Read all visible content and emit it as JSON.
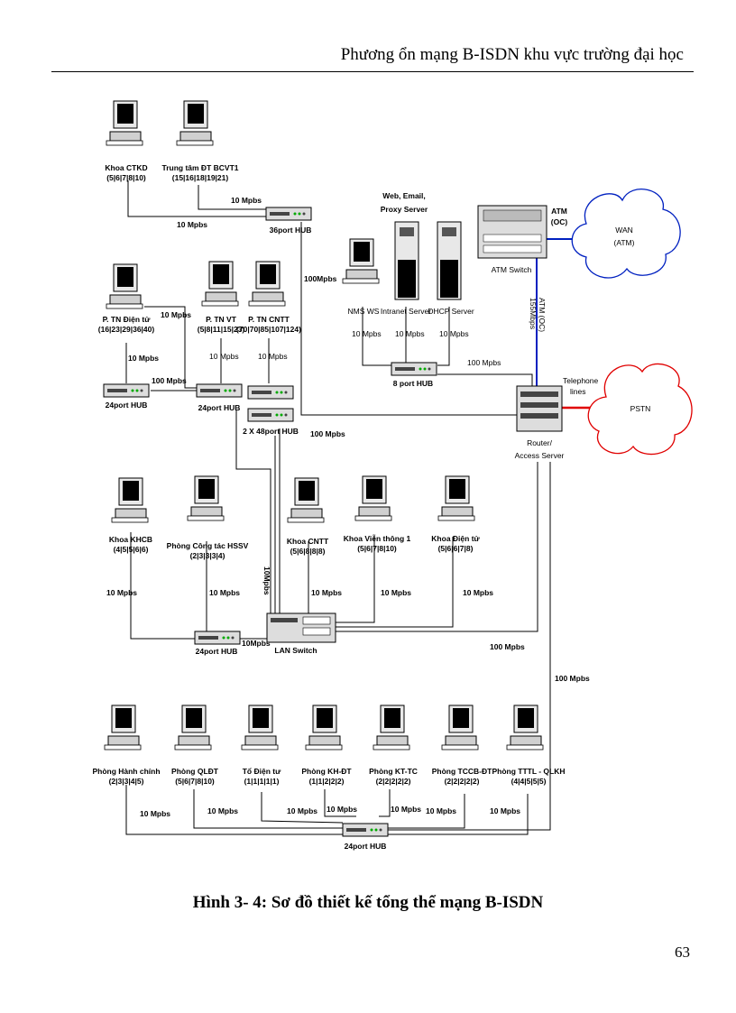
{
  "header": {
    "title": "Phương ổn mạng B-ISDN khu vực trường đại học"
  },
  "caption": "Hình 3- 4: Sơ đồ thiết kế tổng thể mạng B-ISDN",
  "page_number": "63",
  "computers": [
    {
      "id": "c1",
      "label": "Khoa CTKD",
      "sub": "(5|6|7|8|10)"
    },
    {
      "id": "c2",
      "label": "Trung tâm ĐT BCVT1",
      "sub": "(15|16|18|19|21)"
    },
    {
      "id": "c3",
      "label": "P. TN Điện tử",
      "sub": "(16|23|29|36|40)"
    },
    {
      "id": "c4",
      "label": "P. TN VT",
      "sub": "(5|8|11|15|23)"
    },
    {
      "id": "c5",
      "label": "P. TN CNTT",
      "sub": "(70|70|85|107|124)"
    },
    {
      "id": "c6",
      "label": "Khoa KHCB",
      "sub": "(4|5|5|6|6)"
    },
    {
      "id": "c7",
      "label": "Phòng Công tác HSSV",
      "sub": "(2|3|3|3|4)"
    },
    {
      "id": "c8",
      "label": "Khoa CNTT",
      "sub": "(5|6|8|8|8)"
    },
    {
      "id": "c9",
      "label": "Khoa Viễn thông 1",
      "sub": "(5|6|7|8|10)"
    },
    {
      "id": "c10",
      "label": "Khoa Điện tử",
      "sub": "(5|6|6|7|8)"
    },
    {
      "id": "c11",
      "label": "Phòng Hành chính",
      "sub": "(2|3|3|4|5)"
    },
    {
      "id": "c12",
      "label": "Phòng QLĐT",
      "sub": "(5|6|7|8|10)"
    },
    {
      "id": "c13",
      "label": "Tổ Điện tư",
      "sub": "(1|1|1|1|1)"
    },
    {
      "id": "c14",
      "label": "Phòng KH-ĐT",
      "sub": "(1|1|2|2|2)"
    },
    {
      "id": "c15",
      "label": "Phòng KT-TC",
      "sub": "(2|2|2|2|2)"
    },
    {
      "id": "c16",
      "label": "Phòng TCCB-ĐT",
      "sub": "(2|2|2|2|2)"
    },
    {
      "id": "c17",
      "label": "Phòng TTTL - QLKH",
      "sub": "(4|4|5|5|5)"
    }
  ],
  "hubs": {
    "h36": "36port HUB",
    "h24a": "24port HUB",
    "h24b": "24port HUB",
    "h48": "2 X 48port HUB",
    "h8": "8 port HUB",
    "h24c": "24port HUB",
    "h24d": "24port HUB"
  },
  "devices": {
    "lan_switch": "LAN Switch",
    "atm_switch": "ATM Switch",
    "atm_oc": "ATM",
    "atm_oc2": "(OC)",
    "router": "Router/",
    "router2": "Access Server",
    "servers_title1": "Web, Email,",
    "servers_title2": "Proxy Server",
    "nms": "NMS WS",
    "intranet": "Intranet Server",
    "dhcp": "DHCP Server"
  },
  "clouds": {
    "wan": "WAN",
    "wan_sub": "(ATM)",
    "pstn": "PSTN"
  },
  "links": {
    "l10_1": "10 Mpbs",
    "l10_2": "10 Mpbs",
    "l100_a": "100Mpbs",
    "l10_tn1": "10 Mpbs",
    "l10_tn2": "10 Mpbs",
    "l10_tnvt": "10 Mpbs",
    "l10_cntt": "10 Mpbs",
    "l100_hub": "100 Mpbs",
    "l100_router": "100 Mpbs",
    "l10_nms": "10 Mpbs",
    "l10_intra": "10 Mpbs",
    "l10_dhcp": "10 Mpbs",
    "l100_8hub": "100 Mpbs",
    "atm_link": "ATM (OC)",
    "atm_link2": "155Mbps",
    "telephone": "Telephone",
    "telephone2": "lines",
    "l10_khcb": "10 Mpbs",
    "l10_hssv": "10 Mpbs",
    "l10_cntt2": "10 Mpbs",
    "l10_vt1": "10 Mpbs",
    "l10_dt": "10 Mpbs",
    "l10_24hub": "10Mpbs",
    "l10_v1": "10Mpbs",
    "l100_lan": "100 Mpbs",
    "l100_right": "100 Mpbs",
    "l10_b1": "10 Mpbs",
    "l10_b2": "10 Mpbs",
    "l10_b3": "10 Mpbs",
    "l10_b4": "10 Mpbs",
    "l10_b5": "10 Mpbs",
    "l10_b6": "10 Mpbs",
    "l10_b7": "10 Mpbs"
  }
}
